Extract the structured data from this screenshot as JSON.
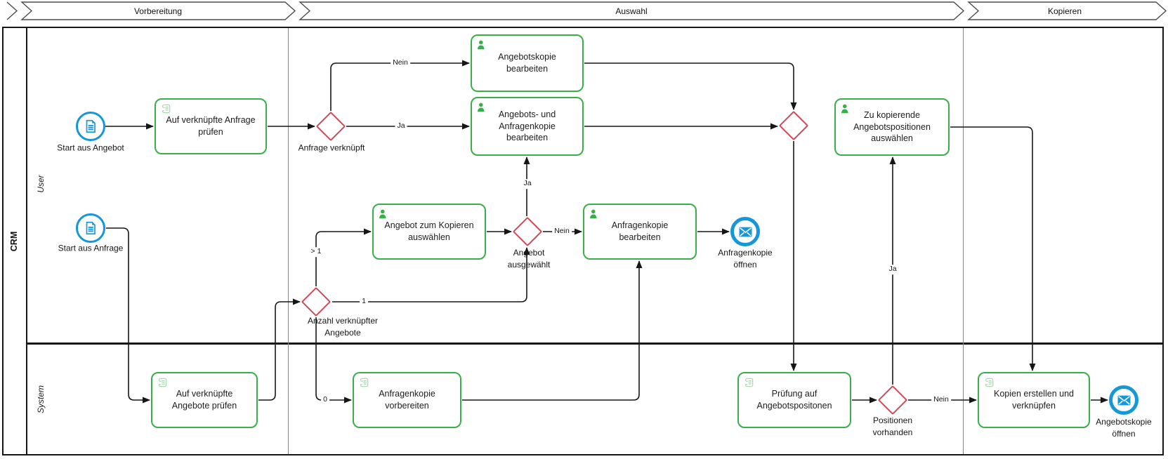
{
  "header": {
    "phases": [
      {
        "label": "Vorbereitung"
      },
      {
        "label": "Auswahl"
      },
      {
        "label": "Kopieren"
      }
    ]
  },
  "pool": {
    "label": "CRM",
    "lanes": [
      {
        "label": "User"
      },
      {
        "label": "System"
      }
    ]
  },
  "tasks": [
    {
      "id": "auf-verknuepfte-anfrage-pruefen",
      "icon": "script",
      "label": "Auf verknüpfte Anfrage prüfen"
    },
    {
      "id": "angebotskopie-bearbeiten",
      "icon": "user",
      "label": "Angebotskopie bearbeiten"
    },
    {
      "id": "angebots-und-anfragenkopie-bearbeiten",
      "icon": "user",
      "label": "Angebots- und Anfragenkopie bearbeiten"
    },
    {
      "id": "angebot-zum-kopieren-auswaehlen",
      "icon": "user",
      "label": "Angebot zum Kopieren auswählen"
    },
    {
      "id": "anfragenkopie-bearbeiten",
      "icon": "user",
      "label": "Anfragenkopie bearbeiten"
    },
    {
      "id": "zu-kopierende-angebotspositionen-auswaehlen",
      "icon": "user",
      "label": "Zu kopierende Angebotspositionen auswählen"
    },
    {
      "id": "auf-verknuepfte-angebote-pruefen",
      "icon": "script",
      "label": "Auf verknüpfte Angebote prüfen"
    },
    {
      "id": "anfragenkopie-vorbereiten",
      "icon": "script",
      "label": "Anfragenkopie vorbereiten"
    },
    {
      "id": "pruefung-auf-angebotspositonen",
      "icon": "script",
      "label": "Prüfung auf Angebotspositonen"
    },
    {
      "id": "kopien-erstellen-und-verknuepfen",
      "icon": "script",
      "label": "Kopien erstellen und verknüpfen"
    }
  ],
  "gateways": [
    {
      "id": "anfrage-verknuepft",
      "label": "Anfrage verknüpft"
    },
    {
      "id": "angebot-ausgewaehlt",
      "label": "Angebot ausgewählt"
    },
    {
      "id": "anzahl-verknuepfter-angebote",
      "label": "Anzahl verknüpfter Angebote"
    },
    {
      "id": "positionen-vorhanden",
      "label": "Positionen vorhanden"
    },
    {
      "id": "merge-gateway",
      "label": ""
    }
  ],
  "events": [
    {
      "id": "start-aus-angebot",
      "type": "start-document",
      "label": "Start aus Angebot"
    },
    {
      "id": "start-aus-anfrage",
      "type": "start-document",
      "label": "Start aus Anfrage"
    },
    {
      "id": "anfragenkopie-oeffnen",
      "type": "end-message",
      "label": "Anfragenkopie öffnen"
    },
    {
      "id": "angebotskopie-oeffnen",
      "type": "end-message",
      "label": "Angebotskopie öffnen"
    }
  ],
  "flow_labels": [
    {
      "label": "Nein"
    },
    {
      "label": "Ja"
    },
    {
      "label": "Ja"
    },
    {
      "label": "Nein"
    },
    {
      "label": "> 1"
    },
    {
      "label": "1"
    },
    {
      "label": "0"
    },
    {
      "label": "Ja"
    },
    {
      "label": "Nein"
    }
  ],
  "colors": {
    "task_border": "#3aae49",
    "task_icon_light": "#a5dcad",
    "gateway_border": "#d04a54",
    "event_blue": "#1697da",
    "flow_line": "#161616"
  }
}
